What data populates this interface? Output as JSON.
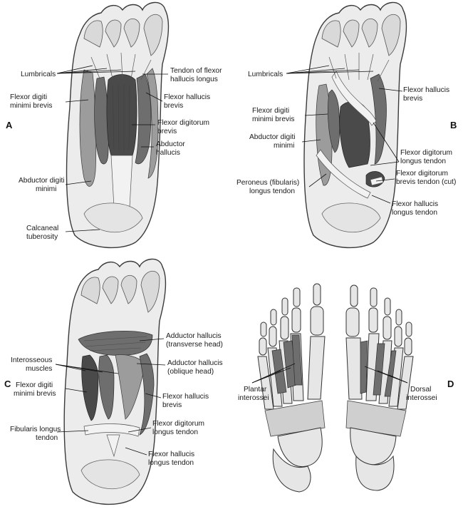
{
  "panels": {
    "A": {
      "letter": "A",
      "labels": {
        "lumbricals": "Lumbricals",
        "tendon_fhl_1": "Tendon of flexor",
        "tendon_fhl_2": "hallucis longus",
        "fdmb_1": "Flexor digiti",
        "fdmb_2": "minimi brevis",
        "fhb_1": "Flexor hallucis",
        "fhb_2": "brevis",
        "fdb_1": "Flexor digitorum",
        "fdb_2": "brevis",
        "ah_1": "Abductor",
        "ah_2": "hallucis",
        "adm_1": "Abductor digiti",
        "adm_2": "minimi",
        "ct_1": "Calcaneal",
        "ct_2": "tuberosity"
      }
    },
    "B": {
      "letter": "B",
      "labels": {
        "lumbricals": "Lumbricals",
        "fhb_1": "Flexor hallucis",
        "fhb_2": "brevis",
        "fdmb_1": "Flexor digiti",
        "fdmb_2": "minimi brevis",
        "adm_1": "Abductor digiti",
        "adm_2": "minimi",
        "fdl_1": "Flexor digitorum",
        "fdl_2": "longus tendon",
        "fdbcut_1": "Flexor digitorum",
        "fdbcut_2": "brevis tendon (cut)",
        "pl_1": "Peroneus (fibularis)",
        "pl_2": "longus tendon",
        "fhl_1": "Flexor hallucis",
        "fhl_2": "longus tendon"
      }
    },
    "C": {
      "letter": "C",
      "labels": {
        "aht_1": "Adductor hallucis",
        "aht_2": "(transverse head)",
        "int_1": "Interosseous",
        "int_2": "muscles",
        "aho_1": "Adductor hallucis",
        "aho_2": "(oblique head)",
        "fdmb_1": "Flexor digiti",
        "fdmb_2": "minimi brevis",
        "fhb_1": "Flexor hallucis",
        "fhb_2": "brevis",
        "fl_1": "Fibularis longus",
        "fl_2": "tendon",
        "fdl_1": "Flexor digitorum",
        "fdl_2": "longus tendon",
        "fhl_1": "Flexor hallucis",
        "fhl_2": "longus tendon"
      }
    },
    "D": {
      "letter": "D",
      "labels": {
        "pi_1": "Plantar",
        "pi_2": "interossei",
        "di_1": "Dorsal",
        "di_2": "interossei"
      }
    }
  },
  "colors": {
    "background": "#ffffff",
    "text": "#1a1a1a",
    "skin": "#ececec",
    "muscle": "#6e6e6e",
    "bone": "#e6e6e6"
  }
}
